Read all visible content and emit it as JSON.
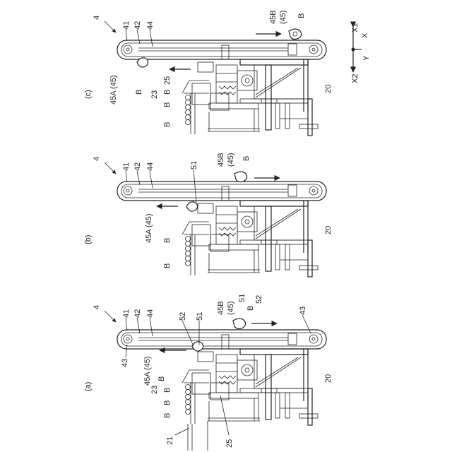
{
  "axis": {
    "x1": "X1",
    "x": "X",
    "x2": "X2",
    "y": "Y"
  },
  "panel_c": {
    "caption": "(c)",
    "ref4": "4",
    "ref41": "41",
    "ref42": "42",
    "ref44": "44",
    "ref45b": "45B",
    "ref45b_sub": "(45)",
    "ref_b_top": "B",
    "ref45a": "45A (45)",
    "ref_b_hook": "B",
    "ref25": "25",
    "ref23": "23",
    "ref_b1": "B",
    "ref_b2": "B",
    "ref_b3": "B",
    "ref20": "20"
  },
  "panel_b": {
    "caption": "(b)",
    "ref4": "4",
    "ref41": "41",
    "ref42": "42",
    "ref44": "44",
    "ref51": "51",
    "ref45b": "45B",
    "ref45b_sub": "(45)",
    "ref_b_top": "B",
    "ref45a": "45A (45)",
    "ref_b_hook": "B",
    "ref_b1": "B",
    "ref20": "20"
  },
  "panel_a": {
    "caption": "(a)",
    "ref4": "4",
    "ref41": "41",
    "ref42": "42",
    "ref44": "44",
    "ref52_left": "52",
    "ref51_left": "51",
    "ref45b": "45B",
    "ref45b_sub": "(45)",
    "ref51_right": "51",
    "ref_b_top": "B",
    "ref52_right": "52",
    "ref43_left": "43",
    "ref43_right": "43",
    "ref45a": "45A (45)",
    "ref_b_hook": "B",
    "ref23": "23",
    "ref_b1": "B",
    "ref_b2": "B",
    "ref_b3": "B",
    "ref21": "21",
    "ref25": "25",
    "ref20": "20"
  }
}
